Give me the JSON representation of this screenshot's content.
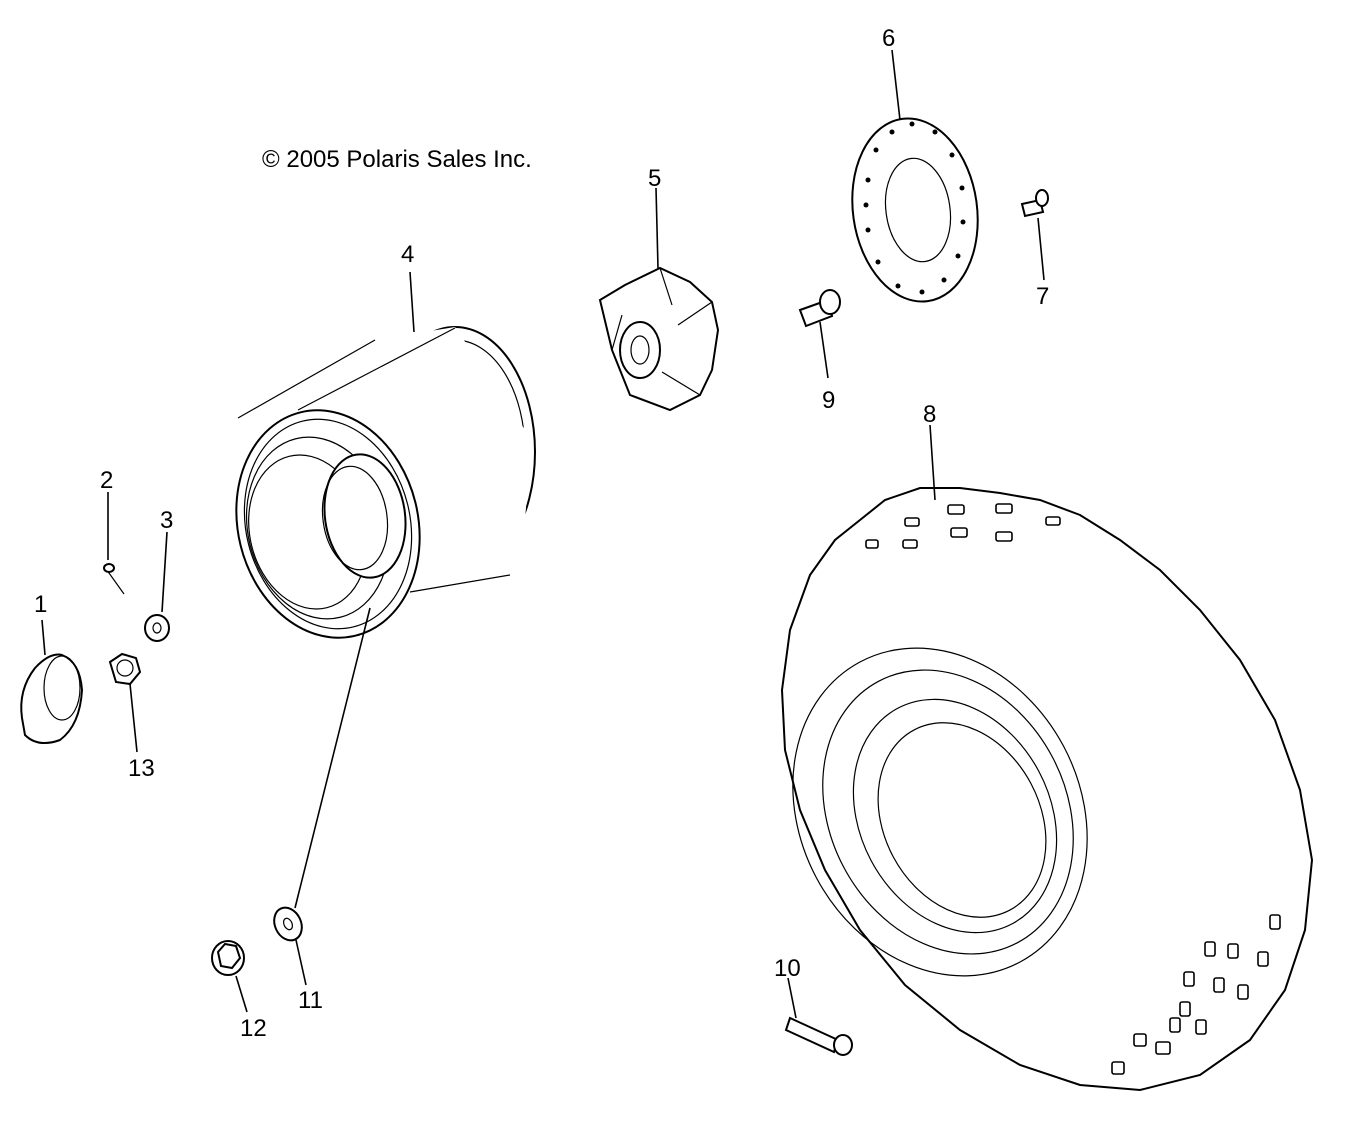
{
  "copyright": "© 2005 Polaris Sales Inc.",
  "callouts": [
    "1",
    "2",
    "3",
    "4",
    "5",
    "6",
    "7",
    "8",
    "9",
    "10",
    "11",
    "12",
    "13"
  ]
}
